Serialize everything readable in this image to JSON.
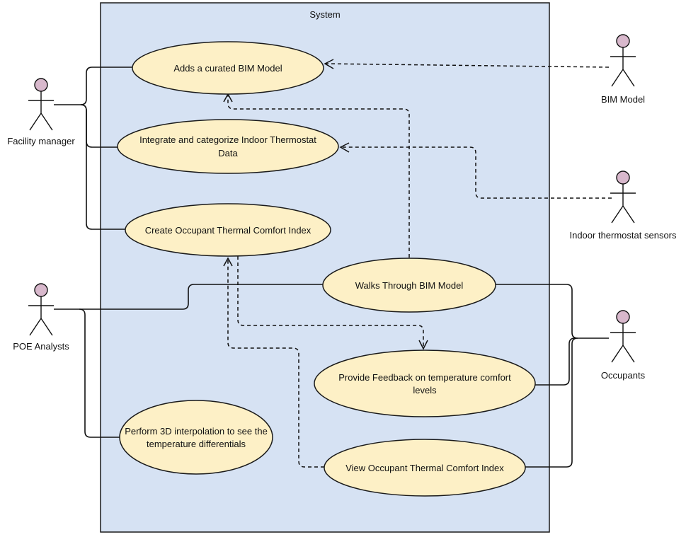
{
  "diagram": {
    "system_title": "System",
    "use_cases": [
      {
        "id": "uc-add-bim",
        "lines": [
          "Adds a curated BIM Model"
        ]
      },
      {
        "id": "uc-integrate",
        "lines": [
          "Integrate and categorize Indoor Thermostat",
          "Data"
        ]
      },
      {
        "id": "uc-create-index",
        "lines": [
          "Create Occupant Thermal Comfort Index"
        ]
      },
      {
        "id": "uc-walk-bim",
        "lines": [
          "Walks Through BIM Model"
        ]
      },
      {
        "id": "uc-feedback",
        "lines": [
          "Provide Feedback on temperature comfort",
          "levels"
        ]
      },
      {
        "id": "uc-interpolation",
        "lines": [
          "Perform 3D interpolation to see the",
          "temperature differentials"
        ]
      },
      {
        "id": "uc-view-index",
        "lines": [
          "View Occupant Thermal Comfort Index"
        ]
      }
    ],
    "actors": [
      {
        "id": "facility-manager",
        "label": "Facility manager"
      },
      {
        "id": "poe-analysts",
        "label": "POE Analysts"
      },
      {
        "id": "bim-model",
        "label": "BIM Model"
      },
      {
        "id": "indoor-thermostat-sensors",
        "label": "Indoor thermostat sensors"
      },
      {
        "id": "occupants",
        "label": "Occupants"
      }
    ],
    "colors": {
      "system_fill": "#d6e2f3",
      "use_case_fill": "#fdf0c6",
      "actor_head_fill": "#d8b8cc",
      "line": "#111111"
    }
  }
}
